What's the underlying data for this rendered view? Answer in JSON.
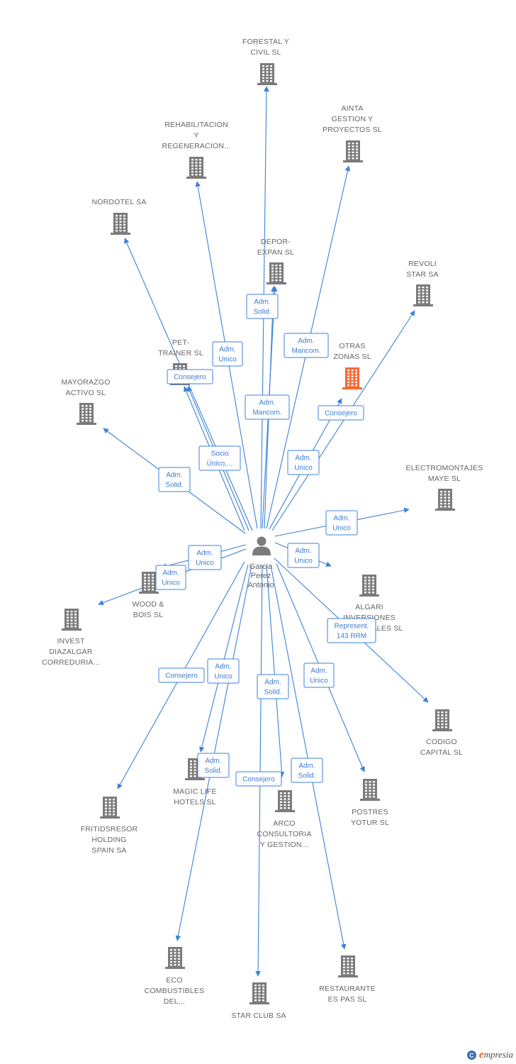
{
  "colors": {
    "edge": "#3c82d8",
    "building": "#7b7b7b",
    "highlight": "#f26a37",
    "label": "#666666"
  },
  "center": {
    "name_lines": [
      "Garcia",
      "Perez",
      "Antonio"
    ],
    "icon": "person-icon"
  },
  "nodes": [
    {
      "id": "forestal",
      "lines": [
        "FORESTAL Y",
        "CIVIL SL"
      ],
      "highlight": false
    },
    {
      "id": "ainta",
      "lines": [
        "AINTA",
        "GESTION Y",
        "PROYECTOS SL"
      ],
      "highlight": false
    },
    {
      "id": "rehab",
      "lines": [
        "REHABILITACION",
        "Y",
        "REGENERACION..."
      ],
      "highlight": false
    },
    {
      "id": "nordotel",
      "lines": [
        "NORDOTEL SA"
      ],
      "highlight": false
    },
    {
      "id": "depor",
      "lines": [
        "DEPOR-",
        "EXPAN SL"
      ],
      "highlight": false
    },
    {
      "id": "revoli",
      "lines": [
        "REVOLI",
        "STAR SA"
      ],
      "highlight": false
    },
    {
      "id": "otras",
      "lines": [
        "OTRAS",
        "ZONAS SL"
      ],
      "highlight": true
    },
    {
      "id": "pet",
      "lines": [
        "PET-",
        "TRAINER SL"
      ],
      "highlight": false
    },
    {
      "id": "mayorazgo",
      "lines": [
        "MAYORAZGO",
        "ACTIVO SL"
      ],
      "highlight": false
    },
    {
      "id": "electro",
      "lines": [
        "ELECTROMONTAJES",
        "MAYE SL"
      ],
      "highlight": false
    },
    {
      "id": "wood",
      "lines": [
        "WOOD &",
        "BOIS SL"
      ],
      "highlight": false
    },
    {
      "id": "invest",
      "lines": [
        "INVEST",
        "DIAZALGAR",
        "CORREDURIA..."
      ],
      "highlight": false
    },
    {
      "id": "algari",
      "lines": [
        "ALGARI",
        "INVERSIONES",
        "INDUSTRIALES SL"
      ],
      "highlight": false
    },
    {
      "id": "codigo",
      "lines": [
        "CODIGO",
        "CAPITAL SL"
      ],
      "highlight": false
    },
    {
      "id": "magic",
      "lines": [
        "MAGIC LIFE",
        "HOTELS SL"
      ],
      "highlight": false
    },
    {
      "id": "fritids",
      "lines": [
        "FRITIDSRESOR",
        "HOLDING",
        "SPAIN SA"
      ],
      "highlight": false
    },
    {
      "id": "arco",
      "lines": [
        "ARCO",
        "CONSULTORIA",
        "Y GESTION..."
      ],
      "highlight": false
    },
    {
      "id": "postres",
      "lines": [
        "POSTRES",
        "YOTUR SL"
      ],
      "highlight": false
    },
    {
      "id": "eco",
      "lines": [
        "ECO",
        "COMBUSTIBLES",
        "DEL..."
      ],
      "highlight": false
    },
    {
      "id": "starclub",
      "lines": [
        "STAR CLUB SA"
      ],
      "highlight": false
    },
    {
      "id": "restaurante",
      "lines": [
        "RESTAURANTE",
        "ES PAS SL"
      ],
      "highlight": false
    }
  ],
  "edges": [
    {
      "to": "forestal",
      "label": []
    },
    {
      "to": "ainta",
      "label": [
        "Adm.",
        "Mancom."
      ]
    },
    {
      "to": "rehab",
      "label": [
        "Adm.",
        "Unico"
      ]
    },
    {
      "to": "nordotel",
      "label": []
    },
    {
      "to": "depor",
      "label": [
        "Adm.",
        "Solid."
      ]
    },
    {
      "to": "revoli",
      "label": [
        "Adm.",
        "Unico"
      ]
    },
    {
      "to": "otras",
      "label": [
        "Consejero"
      ]
    },
    {
      "to": "pet",
      "label": [
        "Socio",
        "Único,..."
      ]
    },
    {
      "to": "pet2",
      "label": [
        "Consejero"
      ]
    },
    {
      "to": "forestal2",
      "label": [
        "Adm.",
        "Mancom."
      ]
    },
    {
      "to": "mayorazgo",
      "label": [
        "Adm.",
        "Solid."
      ]
    },
    {
      "to": "electro",
      "label": [
        "Adm.",
        "Unico"
      ]
    },
    {
      "to": "algari",
      "label": [
        "Adm.",
        "Unico"
      ]
    },
    {
      "to": "wood",
      "label": [
        "Adm.",
        "Unico"
      ]
    },
    {
      "to": "invest",
      "label": [
        "Adm.",
        "Unico"
      ]
    },
    {
      "to": "codigo",
      "label": [
        "Represent.",
        "143 RRM"
      ]
    },
    {
      "to": "fritids",
      "label": [
        "Consejero"
      ]
    },
    {
      "to": "magic",
      "label": [
        "Adm.",
        "Unico"
      ]
    },
    {
      "to": "eco",
      "label": [
        "Adm.",
        "Solid."
      ]
    },
    {
      "to": "starclub",
      "label": [
        "Adm.",
        "Solid."
      ]
    },
    {
      "to": "arco",
      "label": [
        "Consejero"
      ]
    },
    {
      "to": "restaurante",
      "label": [
        "Adm.",
        "Solid."
      ]
    },
    {
      "to": "postres",
      "label": [
        "Adm.",
        "Unico"
      ]
    }
  ],
  "footer": {
    "symbol": "C",
    "brand_initial": "e",
    "brand_rest": "mpresia"
  }
}
